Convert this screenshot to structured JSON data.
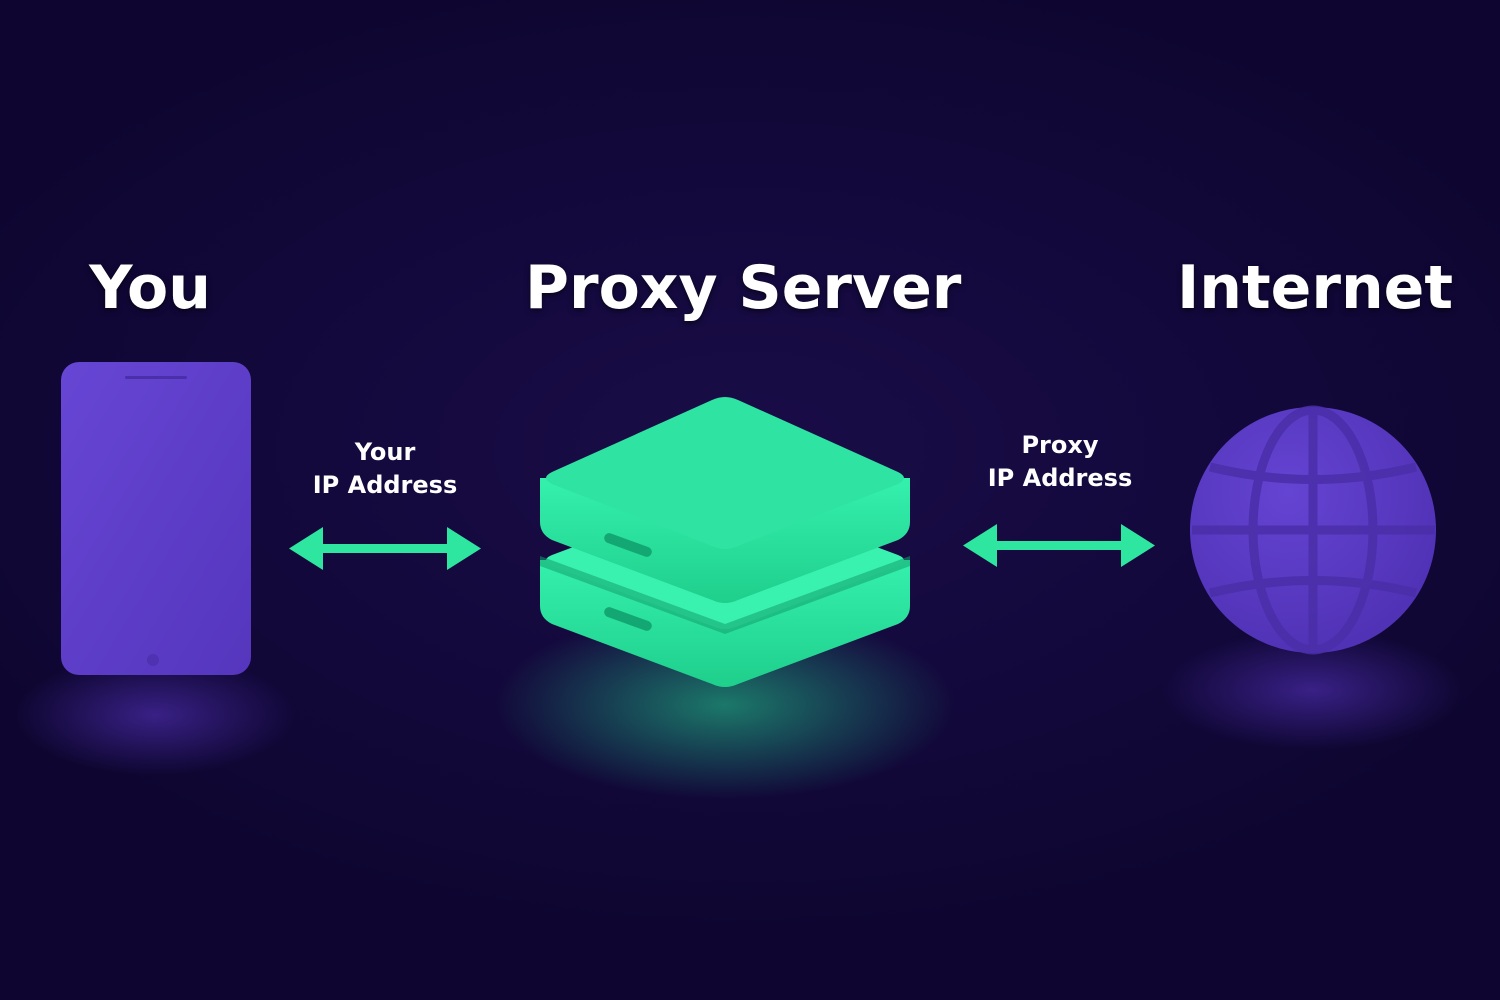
{
  "diagram": {
    "nodes": {
      "you": {
        "title": "You",
        "icon": "smartphone-icon",
        "color": "#5b3fc4"
      },
      "proxy": {
        "title": "Proxy Server",
        "icon": "server-stack-icon",
        "color": "#2ee6a0"
      },
      "internet": {
        "title": "Internet",
        "icon": "globe-icon",
        "color": "#5b3fc4"
      }
    },
    "edges": {
      "you_proxy": {
        "label_line1": "Your",
        "label_line2": "IP Address",
        "direction": "bidirectional"
      },
      "proxy_internet": {
        "label_line1": "Proxy",
        "label_line2": "IP Address",
        "direction": "bidirectional"
      }
    },
    "colors": {
      "background": "#13093a",
      "accent": "#2ee6a0",
      "device": "#5b3fc4",
      "text": "#ffffff"
    }
  }
}
